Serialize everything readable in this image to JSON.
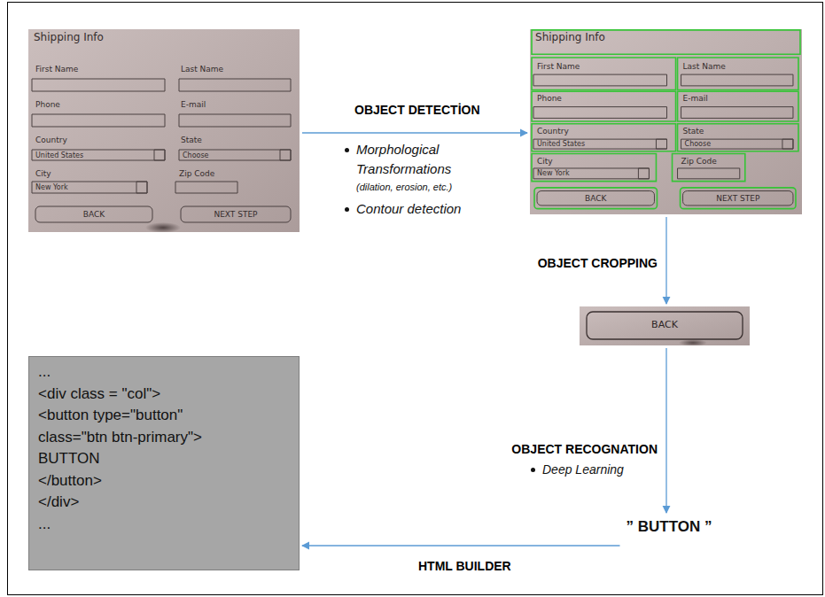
{
  "diagram": {
    "nodes": [
      {
        "text": [
          "Shipping Info",
          "First Name",
          "Last Name",
          "Phone",
          "E-mail",
          "Country",
          "State",
          "United States",
          "Choose",
          "City",
          "Zip Code",
          "New York",
          "BACK",
          "NEXT STEP"
        ]
      },
      {
        "text": [
          "Shipping Info",
          "First Name",
          "Last Name",
          "Phone",
          "E-mail",
          "Country",
          "State",
          "United States",
          "Choose",
          "City",
          "Zip Code",
          "New York",
          "BACK",
          "NEXT STEP"
        ]
      },
      {
        "text": [
          "BACK"
        ]
      },
      {
        "text": [
          "” BUTTON ”"
        ]
      },
      {
        "text": [
          "...",
          "<div class = \"col\">",
          "<button type=\"button\"",
          "class=\"btn btn-primary\">",
          "BUTTON",
          "</button>",
          "</div>",
          "..."
        ]
      }
    ],
    "edges": [
      {
        "from": 0,
        "to": 1,
        "arrow": "to",
        "label": "OBJECT DETECTİON"
      },
      {
        "from": 1,
        "to": 2,
        "arrow": "to",
        "label": "OBJECT CROPPING"
      },
      {
        "from": 2,
        "to": 3,
        "arrow": "to",
        "label": "OBJECT RECOGNATION"
      },
      {
        "from": 3,
        "to": 4,
        "arrow": "to",
        "label": "HTML BUILDER"
      }
    ],
    "labels": [
      "Morphological Transformations",
      "(dilation, erosion, etc.)",
      "Contour detection",
      "Deep Learning"
    ]
  }
}
